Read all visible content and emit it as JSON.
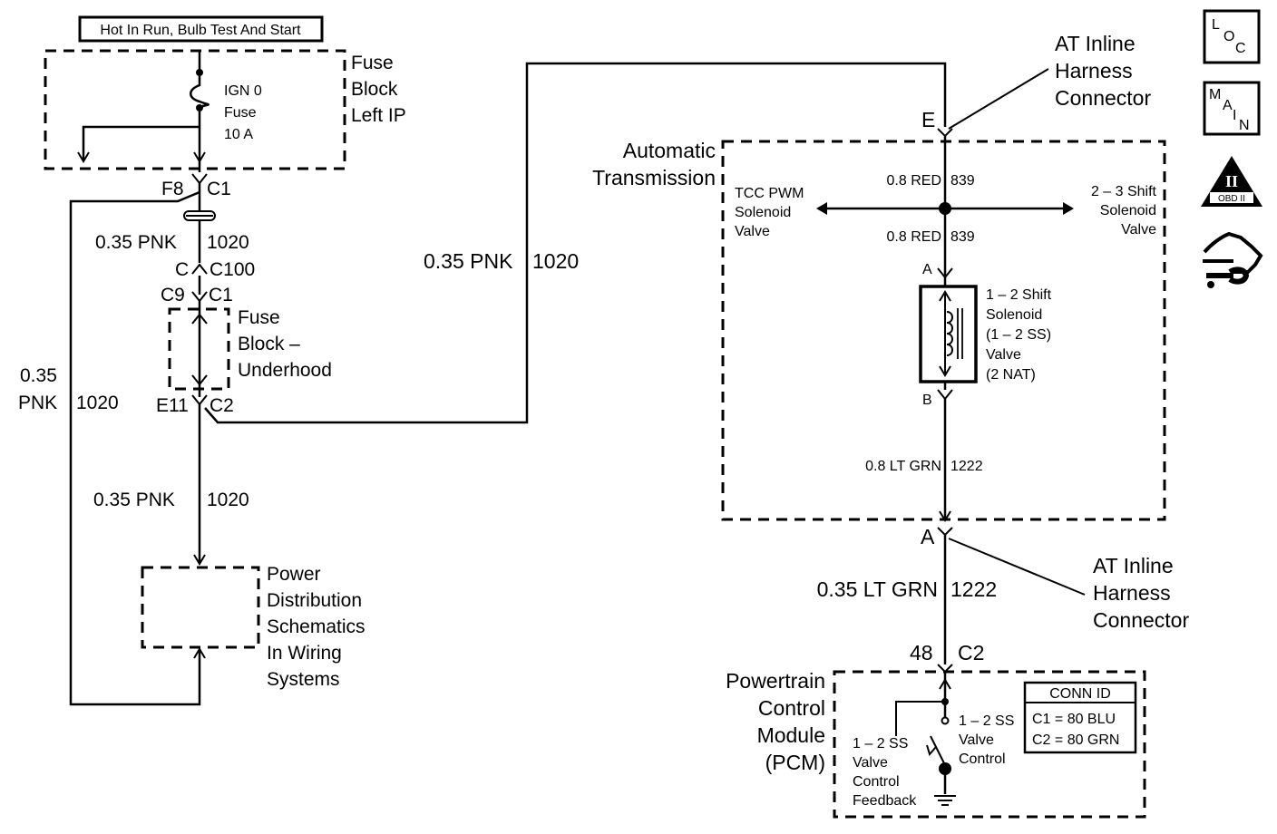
{
  "title_box": "Hot In Run, Bulb Test And Start",
  "fuse_block_left_ip": {
    "line1": "Fuse",
    "line2": "Block",
    "line3": "Left IP"
  },
  "fuse": {
    "line1": "IGN 0",
    "line2": "Fuse",
    "line3": "10 A"
  },
  "conn_f8": "F8",
  "conn_c1_top": "C1",
  "wire_top": {
    "size_color": "0.35 PNK",
    "circuit": "1020"
  },
  "conn_c": "C",
  "conn_c100": "C100",
  "conn_c9": "C9",
  "conn_c1_mid": "C1",
  "fuse_block_underhood": {
    "line1": "Fuse",
    "line2": "Block –",
    "line3": "Underhood"
  },
  "conn_e11": "E11",
  "conn_c2_left": "C2",
  "wire_left_vertical": {
    "size": "0.35",
    "color": "PNK",
    "circuit": "1020"
  },
  "wire_mid": {
    "size_color": "0.35 PNK",
    "circuit": "1020"
  },
  "wire_long": {
    "size_color": "0.35 PNK",
    "circuit": "1020"
  },
  "power_distribution": {
    "line1": "Power",
    "line2": "Distribution",
    "line3": "Schematics",
    "line4": "In Wiring",
    "line5": "Systems"
  },
  "at_harness_top": {
    "line1": "AT Inline",
    "line2": "Harness",
    "line3": "Connector"
  },
  "pin_e": "E",
  "automatic_transmission": {
    "line1": "Automatic",
    "line2": "Transmission"
  },
  "wire_red_top": {
    "size_color": "0.8 RED",
    "circuit": "839"
  },
  "wire_red_bottom": {
    "size_color": "0.8 RED",
    "circuit": "839"
  },
  "tcc_pwm": {
    "line1": "TCC PWM",
    "line2": "Solenoid",
    "line3": "Valve"
  },
  "shift_23": {
    "line1": "2 – 3 Shift",
    "line2": "Solenoid",
    "line3": "Valve"
  },
  "pin_a_solenoid": "A",
  "pin_b_solenoid": "B",
  "shift_12": {
    "line1": "1 – 2 Shift",
    "line2": "Solenoid",
    "line3": "(1 – 2 SS)",
    "line4": "Valve",
    "line5": "(2 NAT)"
  },
  "wire_ltgrn_inner": {
    "size_color": "0.8 LT GRN",
    "circuit": "1222"
  },
  "pin_a_harness": "A",
  "at_harness_bottom": {
    "line1": "AT Inline",
    "line2": "Harness",
    "line3": "Connector"
  },
  "wire_ltgrn_outer": {
    "size_color": "0.35 LT GRN",
    "circuit": "1222"
  },
  "pin_48": "48",
  "conn_c2_pcm": "C2",
  "pcm": {
    "line1": "Powertrain",
    "line2": "Control",
    "line3": "Module",
    "line4": "(PCM)"
  },
  "ss_feedback": {
    "line1": "1 – 2 SS",
    "line2": "Valve",
    "line3": "Control",
    "line4": "Feedback"
  },
  "ss_control": {
    "line1": "1 – 2 SS",
    "line2": "Valve",
    "line3": "Control"
  },
  "conn_id": {
    "header": "CONN ID",
    "row1": "C1 = 80 BLU",
    "row2": "C2 = 80 GRN"
  },
  "icon_loc": {
    "l": "L",
    "o": "O",
    "c": "C"
  },
  "icon_main": {
    "m": "M",
    "a": "A",
    "i": "I",
    "n": "N"
  },
  "icon_obd": {
    "numeral": "II",
    "label": "OBD II"
  }
}
